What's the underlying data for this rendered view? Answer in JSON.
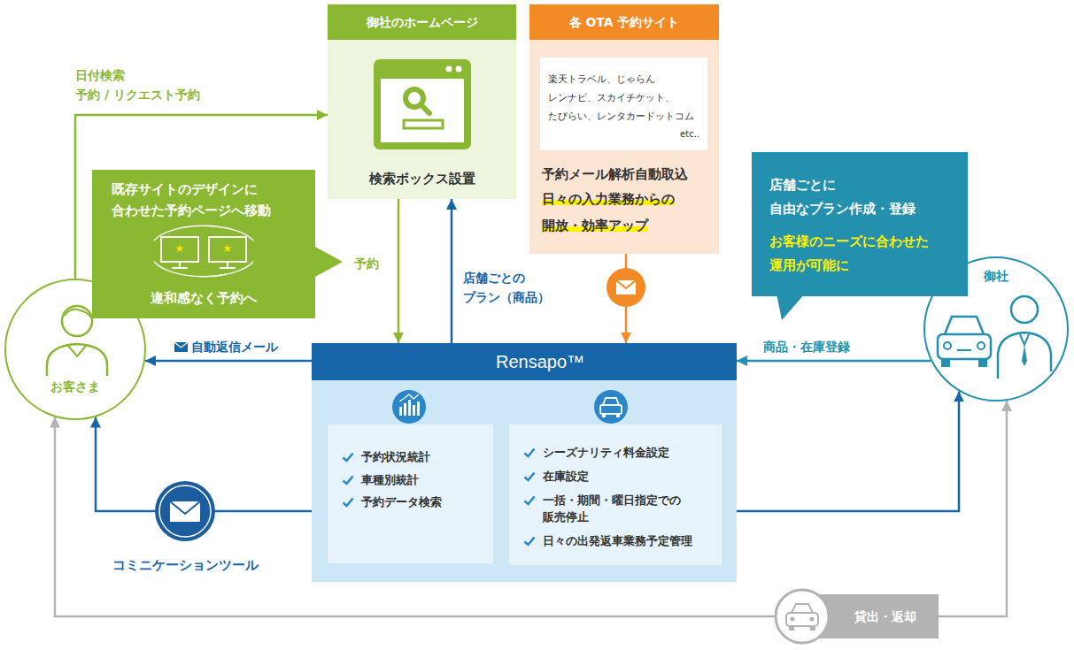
{
  "diagram": {
    "nodes": [
      {
        "text": [
          "御社のホームページ",
          "検索ボックス設置"
        ]
      },
      {
        "text": [
          "各 OTA 予約サイト",
          "予約メール解析自動取込",
          "日々の入力業務からの 開放・効率アップ"
        ]
      },
      {
        "text": [
          "楽天トラベル、じゃらん レンナビ、スカイチケット、 たびらい、レンタカードットコム",
          "etc.."
        ],
        "in": 1
      },
      {
        "text": [
          "既存サイトのデザインに 合わせた予約ページへ移動",
          "違和感なく予約へ"
        ]
      },
      {
        "text": [
          "店舗ごとに 自由なプラン作成・登録",
          "お客様のニーズに合わせた 運用が可能に"
        ]
      },
      {
        "text": [
          "お客さま"
        ]
      },
      {
        "text": [
          "御社"
        ]
      },
      {
        "text": [
          "Rensapo™"
        ]
      },
      {
        "text": [
          "予約状況統計",
          "車種別統計",
          "予約データ検索"
        ],
        "in": 7
      },
      {
        "text": [
          "シーズナリティ料金設定",
          "在庫設定",
          "一括・期間・曜日指定での 販売停止",
          "日々の出発返車業務予定管理"
        ],
        "in": 7
      },
      {
        "text": [
          "コミニケーションツール"
        ]
      },
      {
        "text": [
          "貸出・返却"
        ]
      }
    ],
    "edges": [
      {
        "from": 5,
        "to": 0,
        "arrow": "to",
        "label": "日付検索 予約 / リクエスト予約"
      },
      {
        "from": 0,
        "to": 7,
        "arrow": "to",
        "label": "予約"
      },
      {
        "from": 7,
        "to": 0,
        "arrow": "to",
        "label": "店舗ごとの プラン（商品）"
      },
      {
        "from": 1,
        "to": 7,
        "arrow": "to"
      },
      {
        "from": 7,
        "to": 5,
        "arrow": "to",
        "label": "自動返信メール"
      },
      {
        "from": 6,
        "to": 7,
        "arrow": "to",
        "label": "商品・在庫登録"
      },
      {
        "from": 7,
        "to": 10,
        "arrow": "none"
      },
      {
        "from": 10,
        "to": 5,
        "arrow": "to"
      },
      {
        "from": 7,
        "to": 6,
        "arrow": "to"
      },
      {
        "from": 11,
        "to": 5,
        "arrow": "to"
      },
      {
        "from": 11,
        "to": 6,
        "arrow": "to"
      }
    ]
  }
}
